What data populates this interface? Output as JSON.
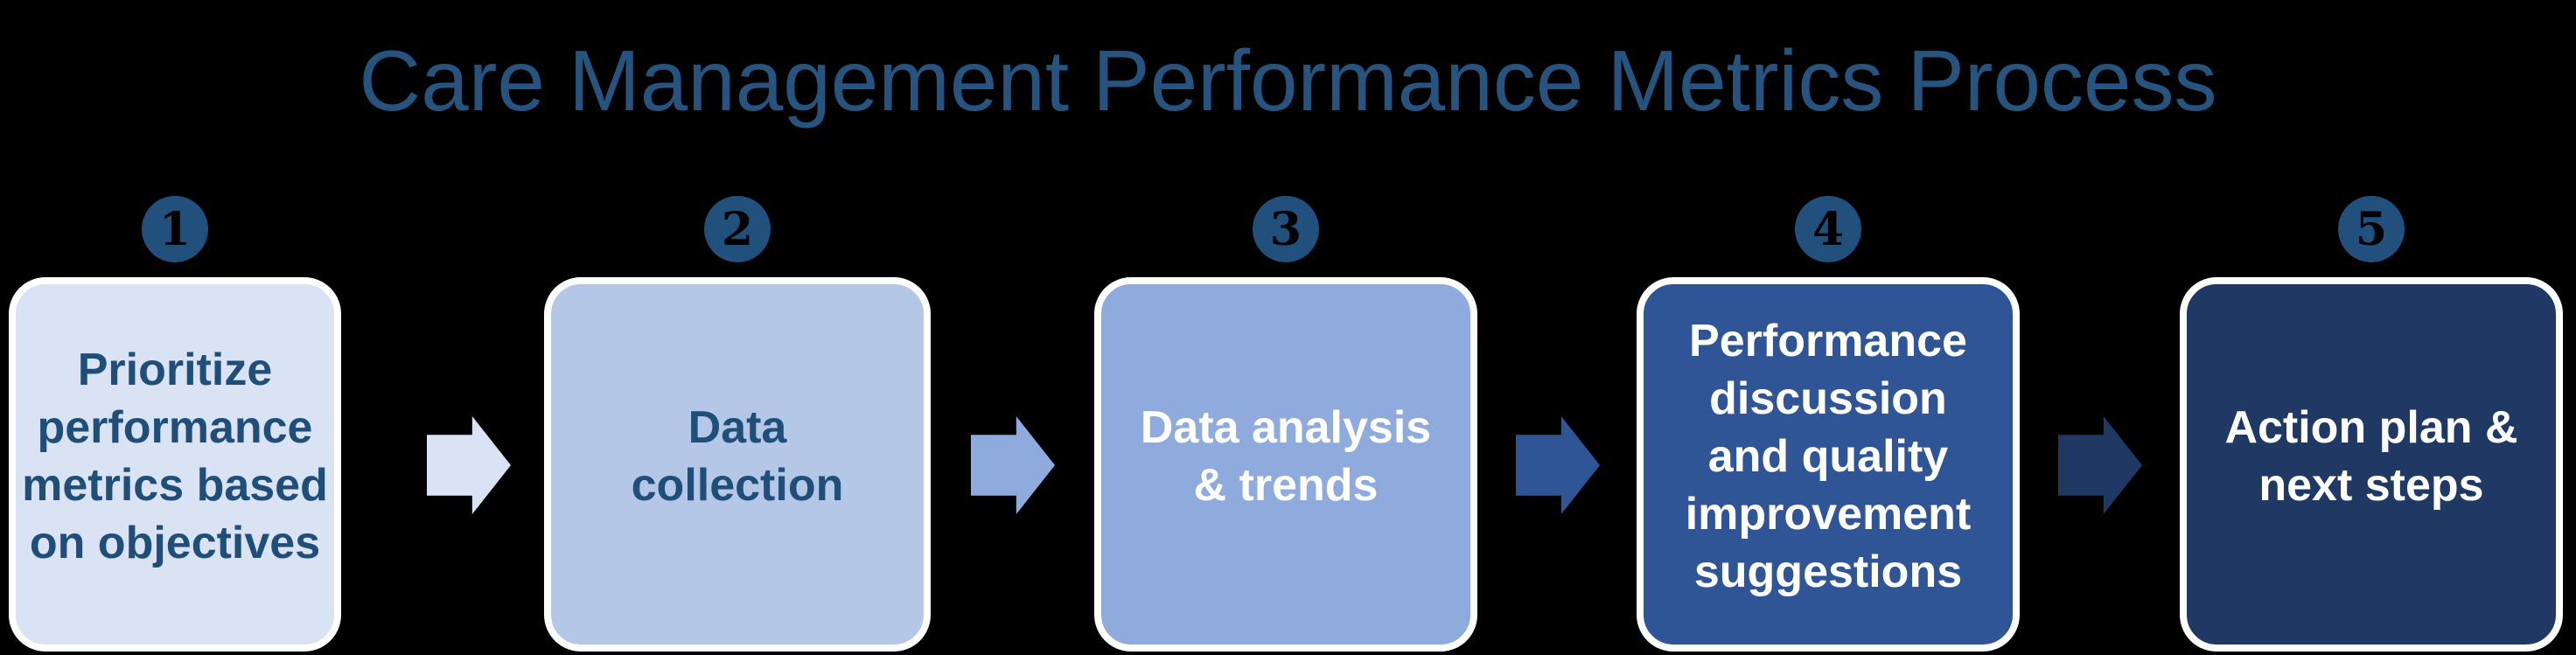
{
  "background": "#000000",
  "title": {
    "text": "Care Management Performance Metrics Process",
    "color": "#26547F"
  },
  "badge_color": "#21507C",
  "box_border_color": "#FFFFFF",
  "steps": [
    {
      "number": "1",
      "label": "Prioritize\nperformance\nmetrics based\non objectives",
      "fill": "#DAE3F3",
      "text_color": "#1F4E79"
    },
    {
      "number": "2",
      "label": "Data\ncollection",
      "fill": "#B4C7E7",
      "text_color": "#1F4E79"
    },
    {
      "number": "3",
      "label": "Data analysis\n& trends",
      "fill": "#8FAADC",
      "text_color": "#FFFFFF"
    },
    {
      "number": "4",
      "label": "Performance\ndiscussion\nand quality\nimprovement\nsuggestions",
      "fill": "#2F5597",
      "text_color": "#FFFFFF"
    },
    {
      "number": "5",
      "label": "Action plan &\nnext steps",
      "fill": "#1F3864",
      "text_color": "#FFFFFF"
    }
  ],
  "arrows": [
    {
      "from": "1",
      "to": "2",
      "color": "#DAE3F3"
    },
    {
      "from": "2",
      "to": "3",
      "color": "#8FAADC"
    },
    {
      "from": "3",
      "to": "4",
      "color": "#2F5597"
    },
    {
      "from": "4",
      "to": "5",
      "color": "#1F3864"
    }
  ]
}
